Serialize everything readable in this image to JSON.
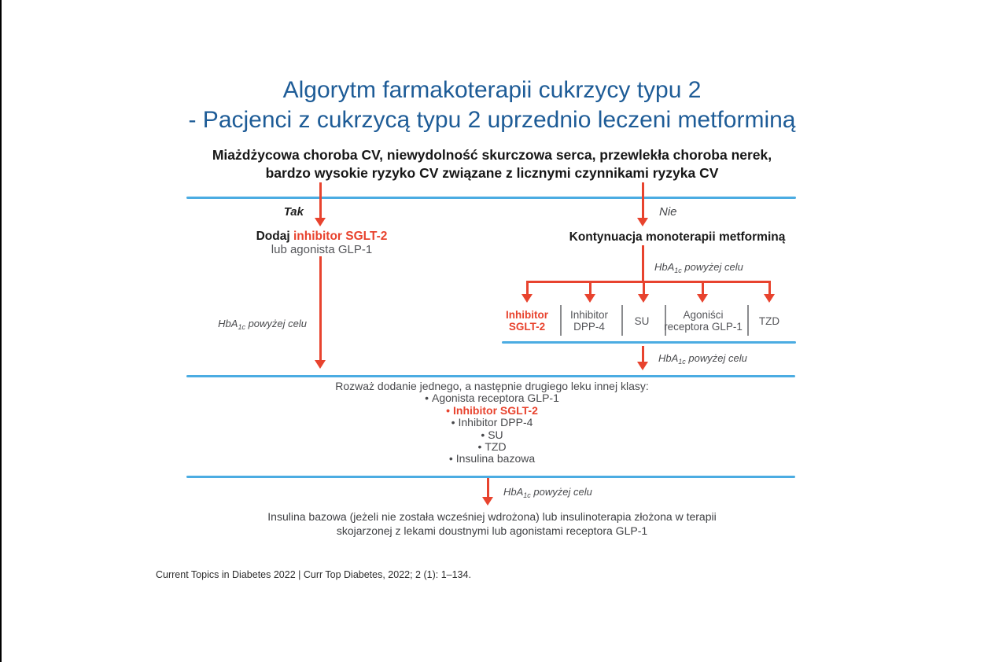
{
  "page": {
    "title_line1": "Algorytm farmakoterapii cukrzycy typu 2",
    "title_line2": "- Pacjenci z cukrzycą typu 2 uprzednio leczeni metforminą",
    "risk_line1": "Miażdżycowa choroba CV, niewydolność skurczowa serca, przewlekła choroba nerek,",
    "risk_line2": "bardzo wysokie ryzyko CV związane z licznymi czynnikami ryzyka CV",
    "footer": "Current Topics in Diabetes 2022 | Curr Top Diabetes, 2022; 2 (1): 1–134."
  },
  "branch_labels": {
    "yes": "Tak",
    "no": "Nie"
  },
  "left_branch": {
    "action_bold": "Dodaj",
    "action_red": "inhibitor SGLT-2",
    "action_alt": "lub agonista GLP-1"
  },
  "right_branch": {
    "heading": "Kontynuacja monoterapii metforminą",
    "options": [
      {
        "line1": "Inhibitor",
        "line2": "SGLT-2",
        "highlight": true
      },
      {
        "line1": "Inhibitor",
        "line2": "DPP-4",
        "highlight": false
      },
      {
        "line1": "SU",
        "line2": "",
        "highlight": false
      },
      {
        "line1": "Agoniści",
        "line2": "receptora GLP-1",
        "highlight": false
      },
      {
        "line1": "TZD",
        "line2": "",
        "highlight": false
      }
    ]
  },
  "hba1c_label": {
    "prefix": "HbA",
    "sub": "1c",
    "suffix": " powyżej celu"
  },
  "consider": {
    "bullet": "•",
    "heading": "Rozważ dodanie jednego, a następnie drugiego leku innej klasy:",
    "items": [
      {
        "text": "Agonista receptora GLP-1",
        "highlight": false
      },
      {
        "text": "Inhibitor SGLT-2",
        "highlight": true
      },
      {
        "text": "Inhibitor DPP-4",
        "highlight": false
      },
      {
        "text": "SU",
        "highlight": false
      },
      {
        "text": "TZD",
        "highlight": false
      },
      {
        "text": "Insulina bazowa",
        "highlight": false
      }
    ]
  },
  "final": {
    "line1": "Insulina bazowa (jeżeli nie została wcześniej wdrożona) lub insulinoterapia złożona w terapii",
    "line2": "skojarzonej z lekami doustnymi lub agonistami receptora GLP-1"
  },
  "colors": {
    "title_blue": "#1E5C97",
    "line_blue": "#4BACE2",
    "accent_red": "#E8432E",
    "text_dark": "#1E1E1E",
    "text_gray": "#55565A",
    "divider_gray": "#8A8B8E"
  }
}
